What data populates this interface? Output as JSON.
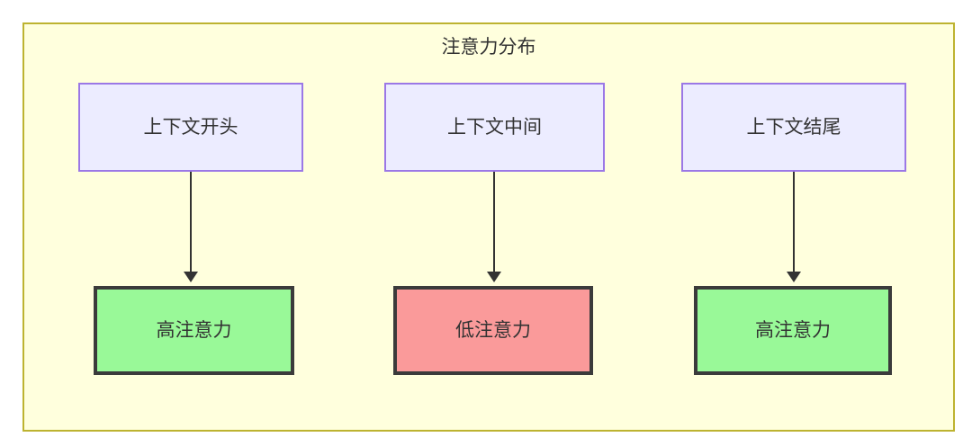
{
  "diagram": {
    "title": "注意力分布",
    "type": "flowchart",
    "colors": {
      "frame_fill": "#ffffdd",
      "frame_border": "#bdb330",
      "context_fill": "#ececff",
      "context_border": "#9b78e6",
      "high_attention_fill": "#99f998",
      "low_attention_fill": "#fa9a9a",
      "node_border": "#3b3b3b",
      "text": "#333333",
      "arrow": "#333333"
    },
    "context_nodes": [
      {
        "label": "上下文开头"
      },
      {
        "label": "上下文中间"
      },
      {
        "label": "上下文结尾"
      }
    ],
    "level_nodes": [
      {
        "label": "高注意力",
        "level": "high"
      },
      {
        "label": "低注意力",
        "level": "low"
      },
      {
        "label": "高注意力",
        "level": "high"
      }
    ],
    "edges": [
      {
        "from": "上下文开头",
        "to": "高注意力"
      },
      {
        "from": "上下文中间",
        "to": "低注意力"
      },
      {
        "from": "上下文结尾",
        "to": "高注意力"
      }
    ]
  }
}
